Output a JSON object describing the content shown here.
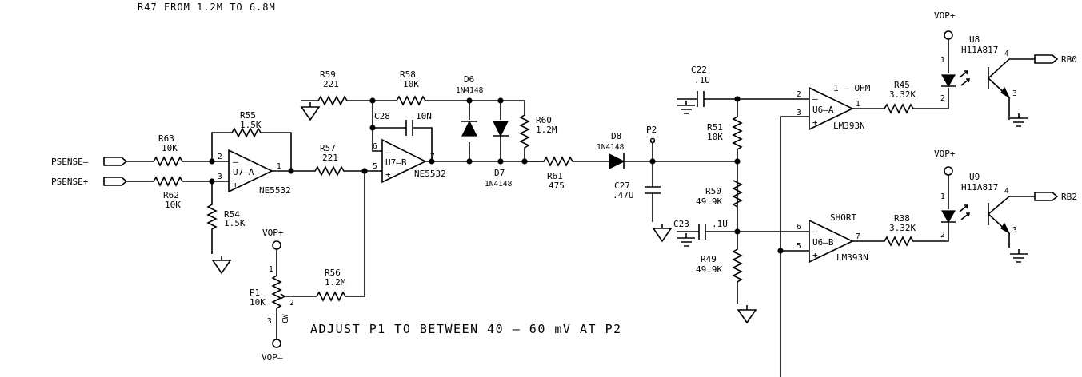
{
  "note_top": "R47 FROM 1.2M TO 6.8M",
  "adjust_note": "ADJUST P1 TO BETWEEN 40 – 60 mV AT P2",
  "ports": {
    "psense_minus": "PSENSE–",
    "psense_plus": "PSENSE+",
    "rb0": "RB0",
    "rb2": "RB2"
  },
  "supplies": {
    "vop_plus": "VOP+",
    "vop_minus": "VOP–"
  },
  "resistors": {
    "r63": {
      "ref": "R63",
      "value": "10K"
    },
    "r62": {
      "ref": "R62",
      "value": "10K"
    },
    "r55": {
      "ref": "R55",
      "value": "1.5K"
    },
    "r54": {
      "ref": "R54",
      "value": "1.5K"
    },
    "r59": {
      "ref": "R59",
      "value": "221"
    },
    "r58": {
      "ref": "R58",
      "value": "10K"
    },
    "r57": {
      "ref": "R57",
      "value": "221"
    },
    "r56": {
      "ref": "R56",
      "value": "1.2M"
    },
    "r60": {
      "ref": "R60",
      "value": "1.2M"
    },
    "r61": {
      "ref": "R61",
      "value": "475"
    },
    "r51": {
      "ref": "R51",
      "value": "10K"
    },
    "r50": {
      "ref": "R50",
      "value": "49.9K"
    },
    "r49": {
      "ref": "R49",
      "value": "49.9K"
    },
    "r45": {
      "ref": "R45",
      "value": "3.32K"
    },
    "r38": {
      "ref": "R38",
      "value": "3.32K"
    }
  },
  "capacitors": {
    "c28": {
      "ref": "C28",
      "value": "10N"
    },
    "c22": {
      "ref": "C22",
      "value": ".1U"
    },
    "c27": {
      "ref": "C27",
      "value": ".47U"
    },
    "c23": {
      "ref": "C23",
      "value": ".1U"
    }
  },
  "diodes": {
    "d6": {
      "ref": "D6",
      "value": "1N4148"
    },
    "d7": {
      "ref": "D7",
      "value": "1N4148"
    },
    "d8": {
      "ref": "D8",
      "value": "1N4148"
    }
  },
  "opamps": {
    "u7a": {
      "ref": "U7–A",
      "part": "NE5532",
      "pin_inv": "2",
      "pin_noninv": "3",
      "pin_out": "1"
    },
    "u7b": {
      "ref": "U7–B",
      "part": "NE5532",
      "pin_inv": "6",
      "pin_noninv": "5",
      "pin_out": "7"
    },
    "u6a": {
      "ref": "U6–A",
      "part": "LM393N",
      "label": "1 – OHM",
      "pin_inv": "2",
      "pin_noninv": "3",
      "pin_out": "1"
    },
    "u6b": {
      "ref": "U6–B",
      "part": "LM393N",
      "label": "SHORT",
      "pin_inv": "6",
      "pin_noninv": "5",
      "pin_out": "7"
    }
  },
  "optos": {
    "u8": {
      "ref": "U8",
      "part": "H11A817",
      "pin1": "1",
      "pin2": "2",
      "pin3": "3",
      "pin4": "4"
    },
    "u9": {
      "ref": "U9",
      "part": "H11A817",
      "pin1": "1",
      "pin2": "2",
      "pin3": "3",
      "pin4": "4"
    }
  },
  "pot": {
    "ref": "P1",
    "value": "10K",
    "cw": "CW",
    "pin1": "1",
    "pin2": "2",
    "pin3": "3"
  },
  "testpoint": {
    "ref": "P2"
  },
  "minus_sign": "–",
  "plus_sign": "+"
}
